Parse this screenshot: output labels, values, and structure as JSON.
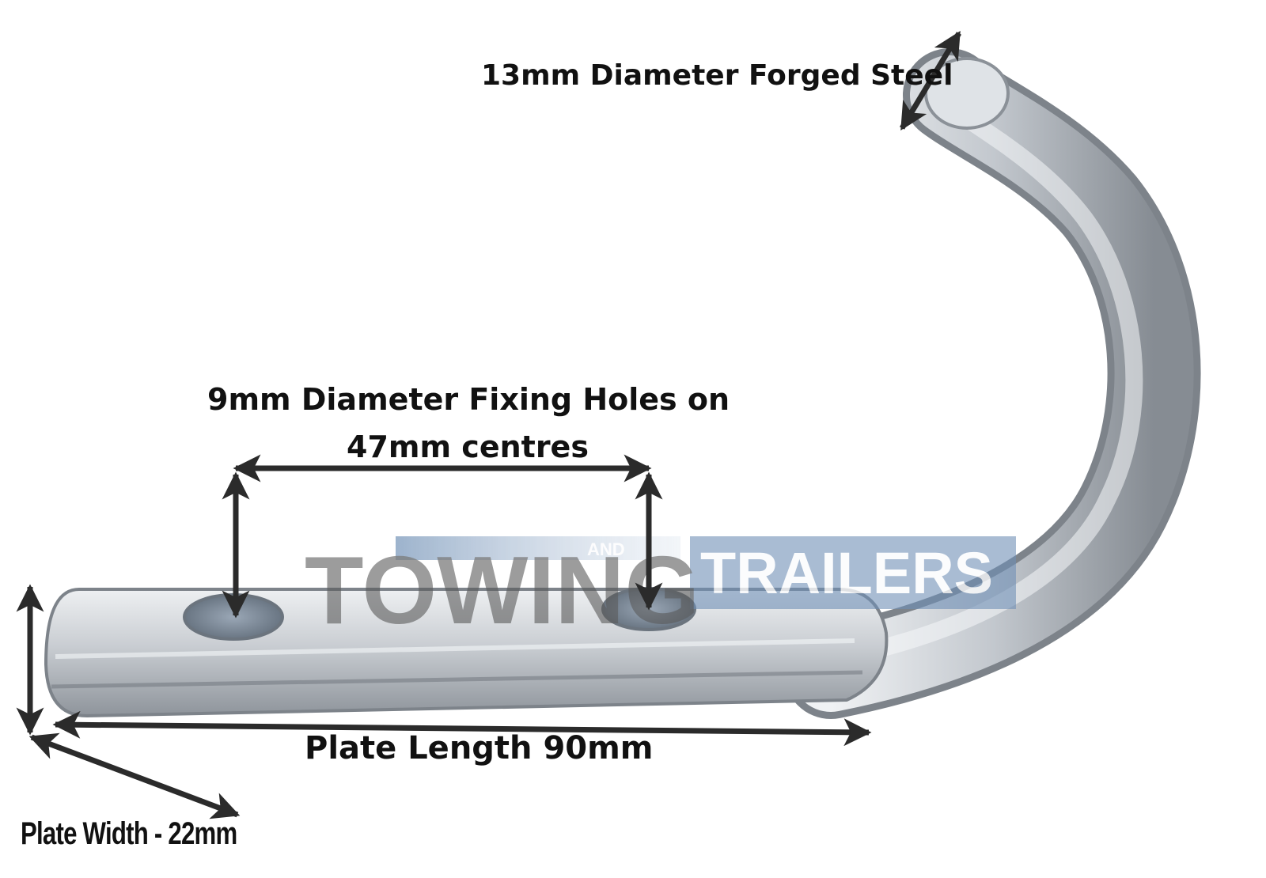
{
  "annotations": {
    "diameter_steel": "13mm Diameter Forged Steel",
    "fixing_holes_line1": "9mm Diameter Fixing Holes on",
    "fixing_holes_line2": "47mm centres",
    "plate_length": "Plate Length 90mm",
    "plate_width": "Plate Width - 22mm"
  },
  "watermark": {
    "word_1": "TOWING",
    "word_2": "AND",
    "word_3": "TRAILERS",
    "colors": {
      "dark": "#5a5a5a",
      "blue": "#6f8fb5"
    }
  },
  "colors": {
    "arrow": "#2b2b2b",
    "steel_light": "#e6e9ec",
    "steel_mid": "#b9bec4",
    "steel_dark": "#7d838a"
  }
}
